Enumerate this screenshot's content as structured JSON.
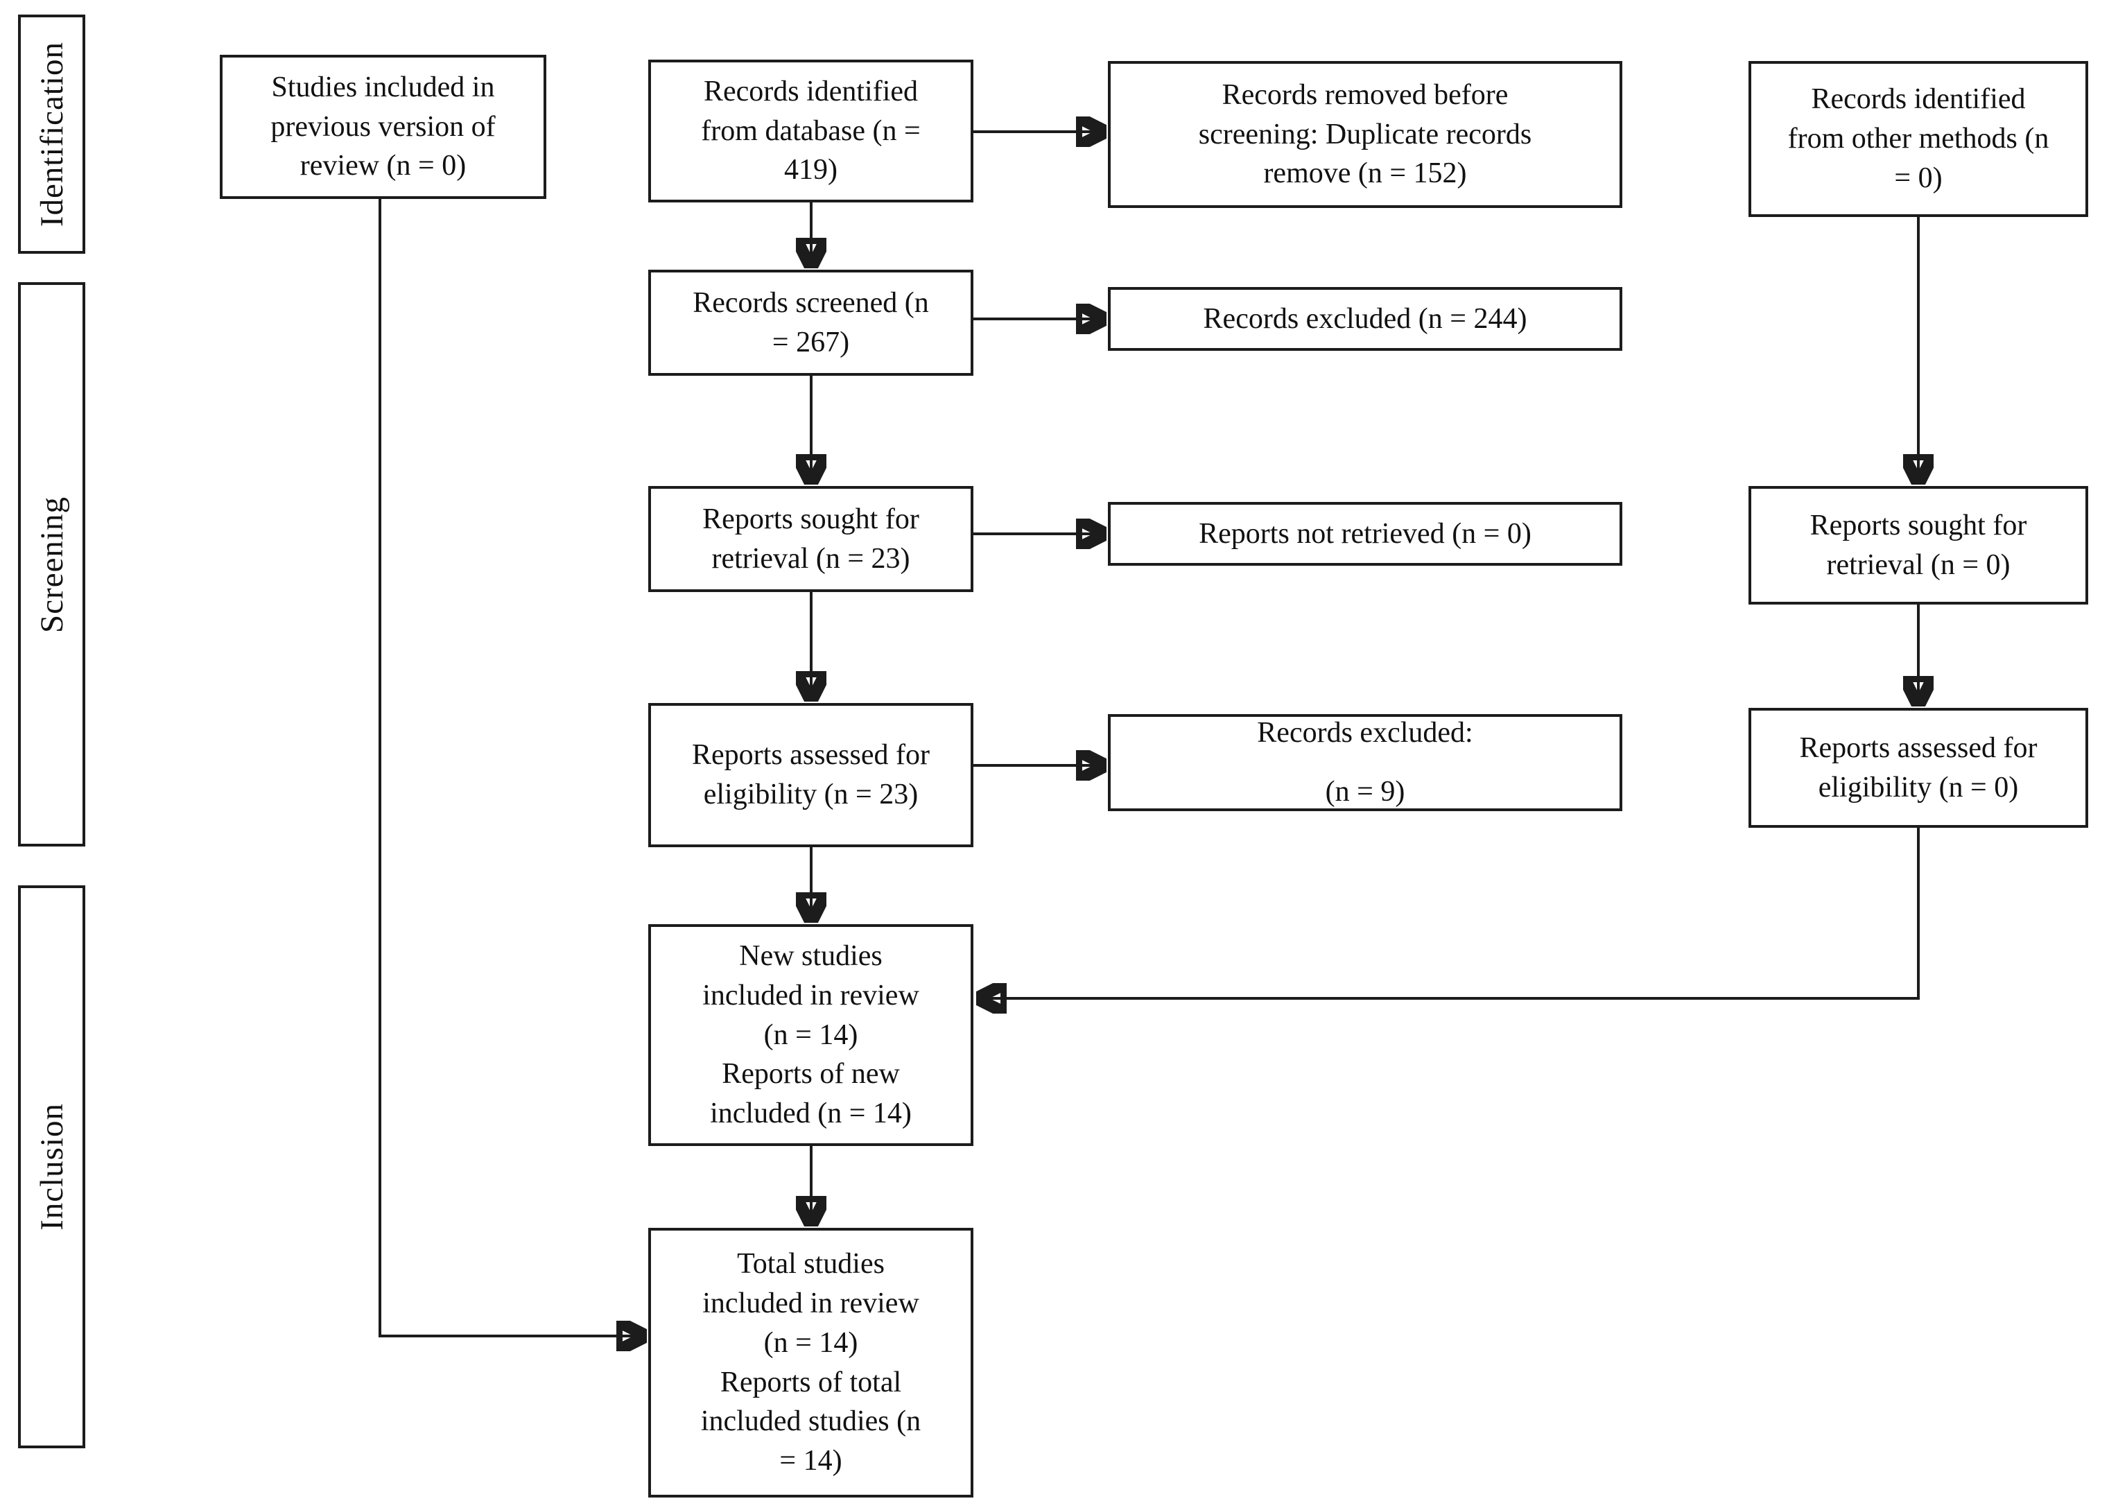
{
  "diagram": {
    "kind": "prisma-flow-diagram",
    "colors": {
      "ink": "#1c1c1c",
      "background": "#ffffff"
    },
    "stages": {
      "identification": "Identification",
      "screening": "Screening",
      "inclusion": "Inclusion"
    },
    "boxes": {
      "previous_studies": "Studies included in previous version of review (n = 0)",
      "records_identified_database": "Records identified from database (n = 419)",
      "records_removed_before_screening": "Records removed before screening: Duplicate records remove (n = 152)",
      "records_identified_other_methods": "Records identified from other methods (n = 0)",
      "records_screened": "Records screened (n = 267)",
      "records_excluded": "Records excluded (n = 244)",
      "reports_sought_retrieval": "Reports sought for retrieval (n = 23)",
      "reports_not_retrieved": "Reports not retrieved (n = 0)",
      "reports_sought_retrieval_other": "Reports sought for retrieval (n = 0)",
      "reports_assessed_eligibility": "Reports assessed for eligibility (n = 23)",
      "records_excluded_eligibility": {
        "line1": "Records excluded:",
        "line2": "(n = 9)"
      },
      "reports_assessed_eligibility_other": "Reports assessed for eligibility (n = 0)",
      "new_studies": {
        "line1": "New studies included in review (n = 14)",
        "line2": "Reports of new included (n = 14)"
      },
      "total_studies": {
        "line1": "Total studies included in review (n = 14)",
        "line2": "Reports of total included studies (n = 14)"
      }
    }
  }
}
